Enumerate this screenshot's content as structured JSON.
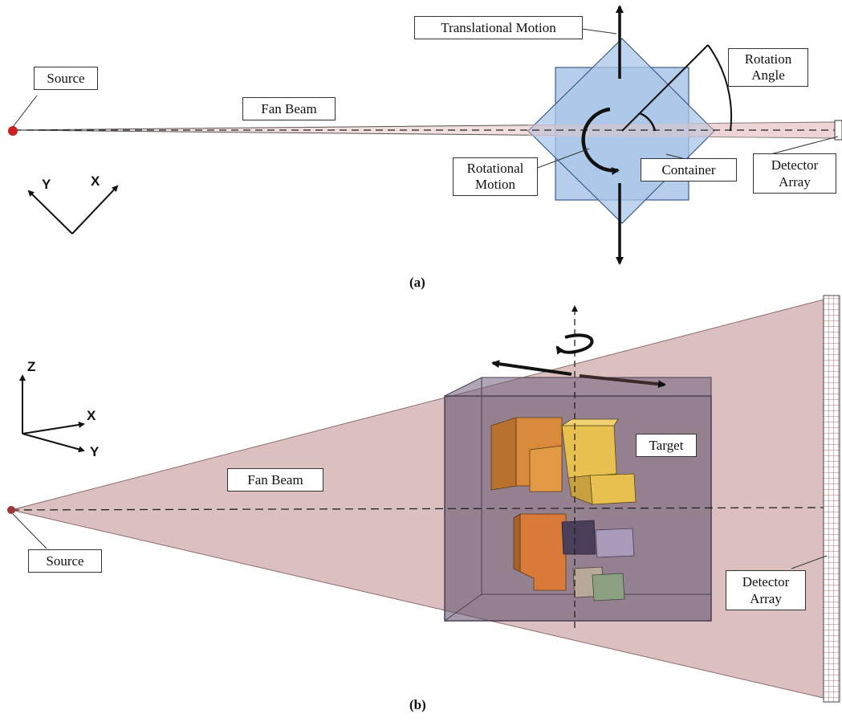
{
  "panel_a": {
    "caption": "(a)",
    "labels": {
      "translational_motion": "Translational Motion",
      "rotation_angle_line1": "Rotation",
      "rotation_angle_line2": "Angle",
      "source": "Source",
      "fan_beam": "Fan Beam",
      "rotational_motion_line1": "Rotational",
      "rotational_motion_line2": "Motion",
      "container": "Container",
      "detector_array_line1": "Detector",
      "detector_array_line2": "Array"
    },
    "axes": {
      "y": "Y",
      "x": "X"
    }
  },
  "panel_b": {
    "caption": "(b)",
    "labels": {
      "target": "Target",
      "fan_beam": "Fan Beam",
      "source": "Source",
      "detector_array_line1": "Detector",
      "detector_array_line2": "Array"
    },
    "axes": {
      "z": "Z",
      "x": "X",
      "y": "Y"
    }
  },
  "colors": {
    "beam_fill": "#e8c8c8",
    "container_fill": "#a9c6e8",
    "container_stroke": "#3d5c8a",
    "target_box": "#5a4a66",
    "source_dot": "#cc1f1f",
    "cube_orange": "#e3953a",
    "cube_yellow": "#e8c050",
    "cube_lavender": "#a89ab8",
    "cube_green": "#8aa080"
  }
}
